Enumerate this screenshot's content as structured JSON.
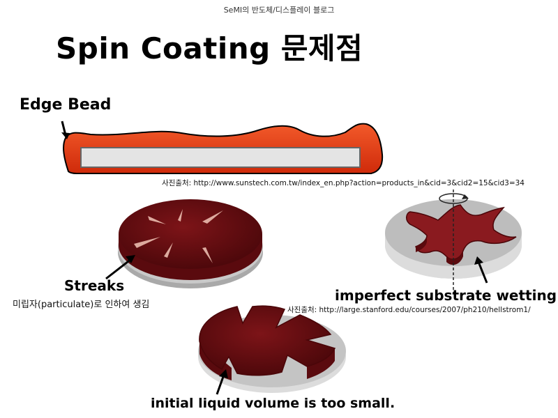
{
  "header": {
    "blog_name": "SeMI의 반도체/디스플레이 블로그",
    "title": "Spin Coating 문제점"
  },
  "defects": {
    "edge_bead": {
      "label": "Edge Bead"
    },
    "streaks": {
      "label": "Streaks",
      "caption": "미립자(particulate)로 인하여 생김"
    },
    "wetting": {
      "label": "imperfect substrate wetting"
    },
    "volume": {
      "label": "initial liquid volume is too small."
    }
  },
  "credits": {
    "first": "사진출처: http://www.sunstech.com.tw/index_en.php?action=products_in&cid=3&cid2=15&cid3=34",
    "second": "사진출처: http://large.stanford.edu/courses/2007/ph210/hellstrom1/"
  },
  "colors": {
    "bead_orange": "#e8431a",
    "film_dark_red": "#6e0f12",
    "disk_gray": "#c9c9c9",
    "substrate_light": "#e4e4e4"
  }
}
